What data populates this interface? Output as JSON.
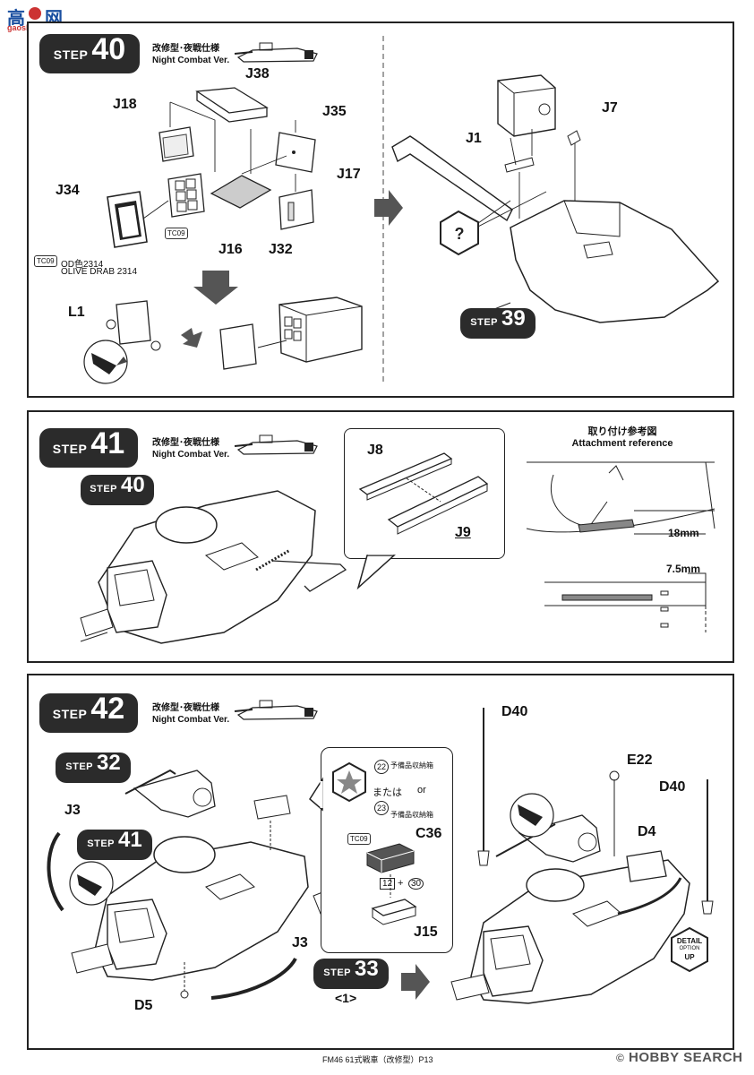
{
  "watermark": {
    "text1": "高",
    "text2": "网",
    "url": "gaoshou.com"
  },
  "step40": {
    "label": "STEP",
    "number": "40",
    "title_jp": "改修型･夜戦仕様",
    "title_en": "Night Combat Ver.",
    "parts": {
      "J38": "J38",
      "J18": "J18",
      "J35": "J35",
      "J17": "J17",
      "J34": "J34",
      "J16": "J16",
      "J32": "J32",
      "L1": "L1"
    },
    "paint_code": "TC09",
    "paint_jp": "OD色2314",
    "paint_en": "OLIVE DRAB 2314",
    "tc_small": "TC09"
  },
  "step39": {
    "label": "STEP",
    "number": "39",
    "parts": {
      "J1": "J1",
      "J7": "J7"
    }
  },
  "step41": {
    "label": "STEP",
    "number": "41",
    "title_jp": "改修型･夜戦仕様",
    "title_en": "Night Combat Ver.",
    "sub_label": "STEP",
    "sub_number": "40",
    "parts": {
      "J8": "J8",
      "J9": "J9"
    },
    "ref_jp": "取り付け参考図",
    "ref_en": "Attachment reference",
    "dim1": "18mm",
    "dim2": "7.5mm"
  },
  "step42": {
    "label": "STEP",
    "number": "42",
    "title_jp": "改修型･夜戦仕様",
    "title_en": "Night Combat Ver.",
    "sub1_label": "STEP",
    "sub1_number": "32",
    "sub2_label": "STEP",
    "sub2_number": "41",
    "sub3_label": "STEP",
    "sub3_number": "33",
    "sub3_note": "<1>",
    "parts": {
      "J3a": "J3",
      "J3b": "J3",
      "D5": "D5",
      "D40a": "D40",
      "D40b": "D40",
      "E22": "E22",
      "D4": "D4",
      "C36": "C36",
      "J15": "J15"
    },
    "decal_22": "22",
    "decal_22_text": "予備品収納箱",
    "decal_or_jp": "または",
    "decal_or_en": "or",
    "decal_23": "23",
    "decal_23_text": "予備品収納箱",
    "tc": "TC09",
    "num12": "12",
    "plus": "+",
    "num30": "30",
    "detail_badge": {
      "l1": "DETAIL",
      "l2": "OPTION",
      "l3": "UP"
    }
  },
  "footer": {
    "text": "FM46 61式戦車（改修型）P13",
    "brand": "HOBBY SEARCH"
  }
}
